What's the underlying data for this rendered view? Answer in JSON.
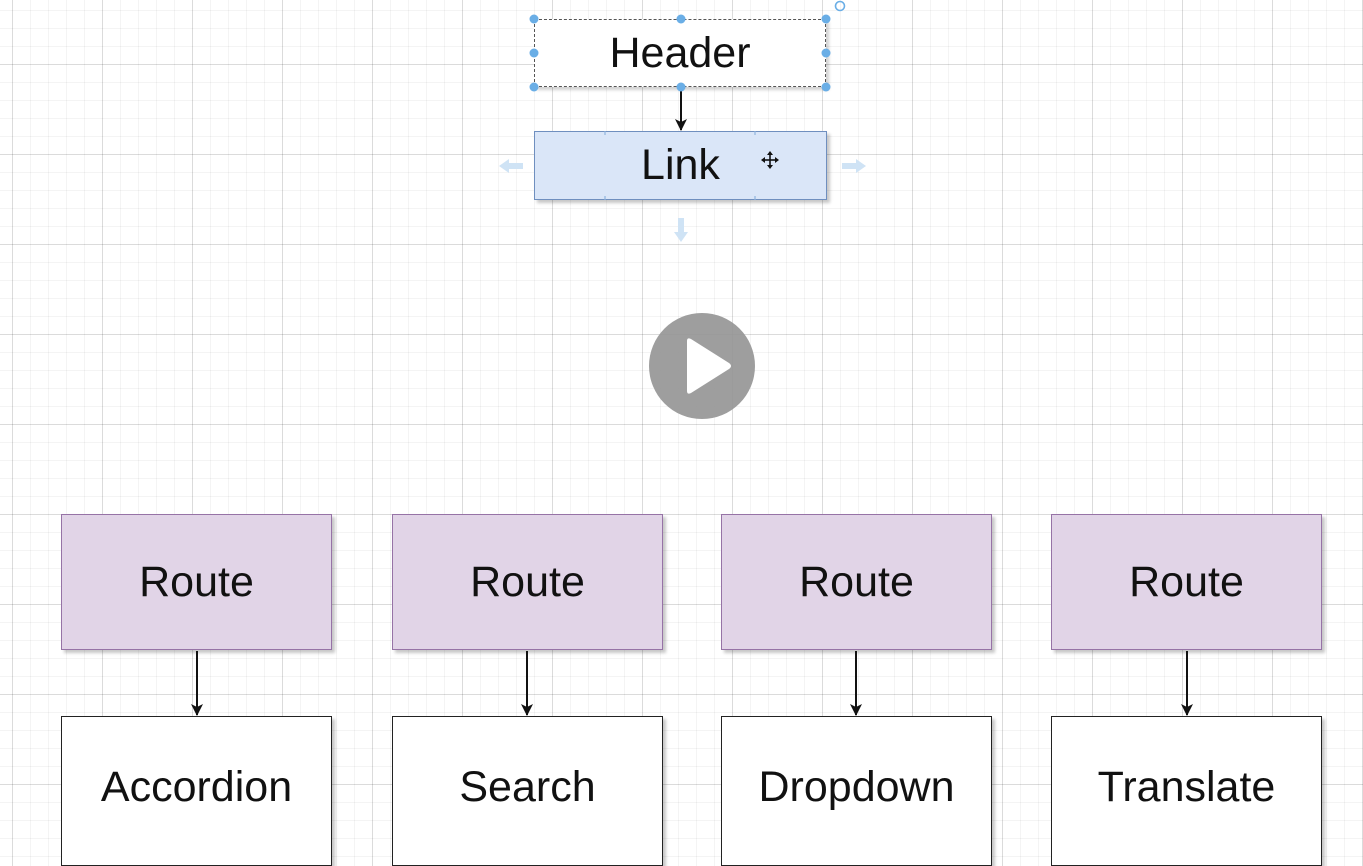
{
  "diagram": {
    "header": {
      "label": "Header"
    },
    "link": {
      "label": "Link"
    },
    "routes": [
      {
        "label": "Route"
      },
      {
        "label": "Route"
      },
      {
        "label": "Route"
      },
      {
        "label": "Route"
      }
    ],
    "components": [
      {
        "label": "Accordion"
      },
      {
        "label": "Search"
      },
      {
        "label": "Dropdown"
      },
      {
        "label": "Translate"
      }
    ]
  },
  "colors": {
    "selection_handle": "#6aaee6",
    "link_fill": "#dae6f8",
    "route_fill": "#e1d4e7",
    "route_border": "#9673a6",
    "play_button": "#969696"
  },
  "player": {
    "icon": "play-icon"
  }
}
